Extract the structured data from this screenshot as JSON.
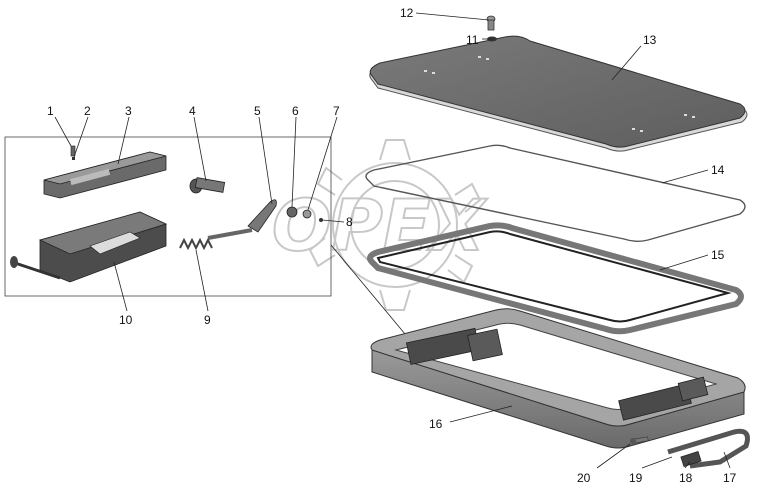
{
  "watermark": {
    "text": "OPEX",
    "color": "#bdbdbd"
  },
  "callouts": [
    {
      "id": "label-1",
      "text": "1"
    },
    {
      "id": "label-2",
      "text": "2"
    },
    {
      "id": "label-3",
      "text": "3"
    },
    {
      "id": "label-4",
      "text": "4"
    },
    {
      "id": "label-5",
      "text": "5"
    },
    {
      "id": "label-6",
      "text": "6"
    },
    {
      "id": "label-7",
      "text": "7"
    },
    {
      "id": "label-8",
      "text": "8"
    },
    {
      "id": "label-9",
      "text": "9"
    },
    {
      "id": "label-10",
      "text": "10"
    },
    {
      "id": "label-11",
      "text": "11"
    },
    {
      "id": "label-12",
      "text": "12"
    },
    {
      "id": "label-13",
      "text": "13"
    },
    {
      "id": "label-14",
      "text": "14"
    },
    {
      "id": "label-15",
      "text": "15"
    },
    {
      "id": "label-16",
      "text": "16"
    },
    {
      "id": "label-17",
      "text": "17"
    },
    {
      "id": "label-18",
      "text": "18"
    },
    {
      "id": "label-19",
      "text": "19"
    },
    {
      "id": "label-20",
      "text": "20"
    }
  ],
  "colors": {
    "part_dark": "#555555",
    "part_mid": "#8a8a8a",
    "part_light": "#c8c8c8",
    "line": "#222222"
  }
}
